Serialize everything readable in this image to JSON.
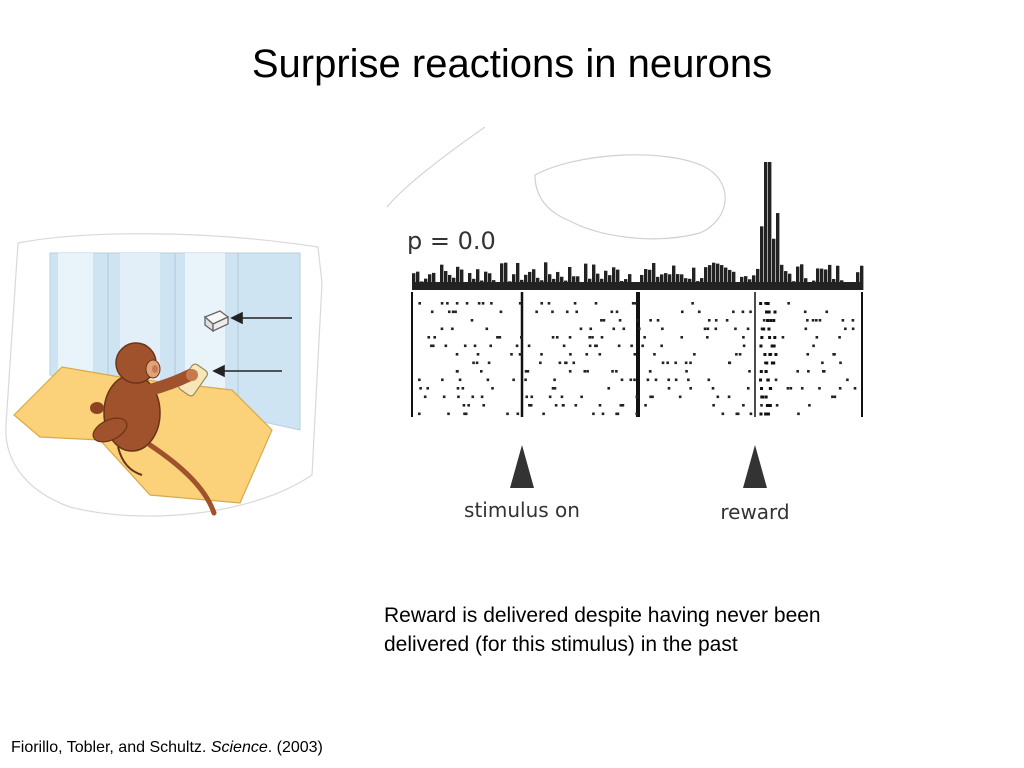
{
  "slide": {
    "title": "Surprise reactions in neurons",
    "figure": {
      "probability_label": "p = 0.0",
      "marker_stimulus": "stimulus on",
      "marker_reward": "reward"
    },
    "caption_line1": "Reward is delivered despite having never been",
    "caption_line2": "delivered (for this stimulus) in the past",
    "citation": {
      "authors": "Fiorillo, Tobler, and Schultz. ",
      "journal": "Science",
      "rest": ". (2003)"
    }
  },
  "colors": {
    "wall": "#cfe4f2",
    "floor": "#fbd27a",
    "monkey": "#a0522d",
    "ink": "#222222"
  }
}
